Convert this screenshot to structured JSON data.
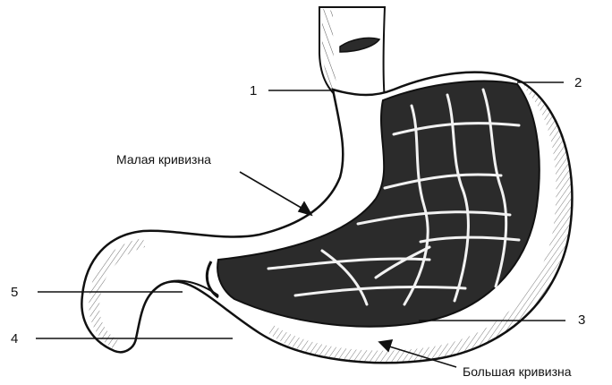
{
  "figure": {
    "labels": {
      "n1": "1",
      "n2": "2",
      "n3": "3",
      "n4": "4",
      "n5": "5",
      "lesser_curvature": "Малая кривизна",
      "greater_curvature": "Большая кривизна"
    },
    "colors": {
      "ink": "#111111",
      "paper": "#ffffff",
      "interior": "#2b2b2b",
      "rugae": "#f2f2f2"
    }
  }
}
